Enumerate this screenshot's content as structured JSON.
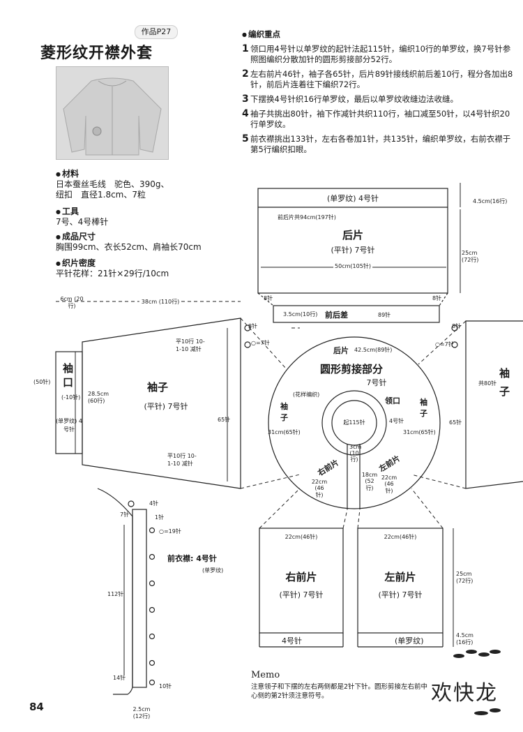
{
  "header": {
    "tag": "作品P27",
    "title": "菱形纹开襟外套"
  },
  "photo": {
    "alt": "sweater"
  },
  "materials": {
    "materials_h": "材料",
    "materials_1": "日本蚕丝毛线　驼色、390g、",
    "materials_2": "纽扣　直径1.8cm、7粒",
    "tools_h": "工具",
    "tools_1": "7号、4号棒针",
    "size_h": "成品尺寸",
    "size_1": "胸围99cm、衣长52cm、肩袖长70cm",
    "gauge_h": "织片密度",
    "gauge_1": "平针花样：21针×29行/10cm"
  },
  "points": {
    "head": "编织重点",
    "items": [
      {
        "n": "1",
        "t": "领口用4号针以单罗纹的起针法起115针，编织10行的单罗纹，换7号针参照图编织分散加针的圆形剪接部分52行。"
      },
      {
        "n": "2",
        "t": "左右前片46针，袖子各65针，后片89针接线织前后差10行，程分各加出8针，前后片连着往下编织72行。"
      },
      {
        "n": "3",
        "t": "下摆换4号针织16行单罗纹，最后以单罗纹收缝边法收缝。"
      },
      {
        "n": "4",
        "t": "袖子共挑出80针，袖下作减针共织110行，袖口减至50针，以4号针织20行单罗纹。"
      },
      {
        "n": "5",
        "t": "前衣襟挑出133针，左右各卷加1针，共135针，编织单罗纹，右前衣襟于第5行编织扣眼。"
      }
    ]
  },
  "back": {
    "band": "(单罗纹) 4号针",
    "band_h": "4.5cm(16行)",
    "note": "前后片共94cm(197针)",
    "name": "后片",
    "stitch": "(平针) 7号针",
    "height": "25cm (72行)",
    "width": "50cm(105针)",
    "add_l": "8针",
    "add_r": "8针",
    "diff_left": "3.5cm(10行)",
    "diff_label": "前后差",
    "diff_st": "89针"
  },
  "sleeve": {
    "w_cuff": "6cm (20行)",
    "w_len": "38cm (110行)",
    "cuff_name": "袖口",
    "cuff_st": "(50针)",
    "cuff_dec": "(-10针)",
    "cuff_rib": "(单罗纹) 4号针",
    "name": "袖子",
    "stitch": "(平针) 7号针",
    "h": "28.5cm (60行)",
    "dec_top": "平10行 10-1-10 减针",
    "dec_bot": "平10行 10-1-10 减针",
    "st65": "65针",
    "st8": "8针",
    "st7": "○=7针",
    "right_st8": "8针",
    "right_st7": "○=7针",
    "right_80": "共80针",
    "right_65": "65针",
    "right_name": "袖子"
  },
  "yoke": {
    "back_label": "后片",
    "back_st": "42.5cm(89针)",
    "title": "圆形剪接部分",
    "needle": "7号针",
    "pattern": "(花样编织)",
    "neck": "领口",
    "neck_needle": "4号针",
    "cast_on": "起115针",
    "sleeve_l": "袖子",
    "sleeve_r": "袖子",
    "sleeve_l_st": "31cm(65针)",
    "sleeve_r_st": "31cm(65针)",
    "rf_label": "右前片",
    "rf_st": "22cm (46针)",
    "lf_label": "左前片",
    "lf_st": "22cm (46针)",
    "depth": "18cm (52行)",
    "neck_band": "3cm (10行)"
  },
  "fronts": {
    "r_w": "22cm(46针)",
    "l_w": "22cm(46针)",
    "r_name": "右前片",
    "l_name": "左前片",
    "stitch_r": "(平针) 7号针",
    "stitch_l": "(平针) 7号针",
    "h": "25cm (72行)",
    "rib_h": "4.5cm (16行)",
    "r_rib": "4号针",
    "l_rib": "(单罗纹)"
  },
  "band": {
    "name": "前衣襟: 4号针",
    "rib": "(单罗纹)",
    "len": "112针",
    "st4": "4针",
    "st7": "7针",
    "st1": "1针",
    "st19": "○=19针",
    "st14": "14针",
    "st10": "10针",
    "w": "2.5cm (12行)"
  },
  "memo": {
    "head": "Memo",
    "text": "注意领子和下摆的左右两侧都是2针下针。圆形剪接左右前中心侧的第2针须注意符号。"
  },
  "page_no": "84",
  "watermark": "欢快龙"
}
